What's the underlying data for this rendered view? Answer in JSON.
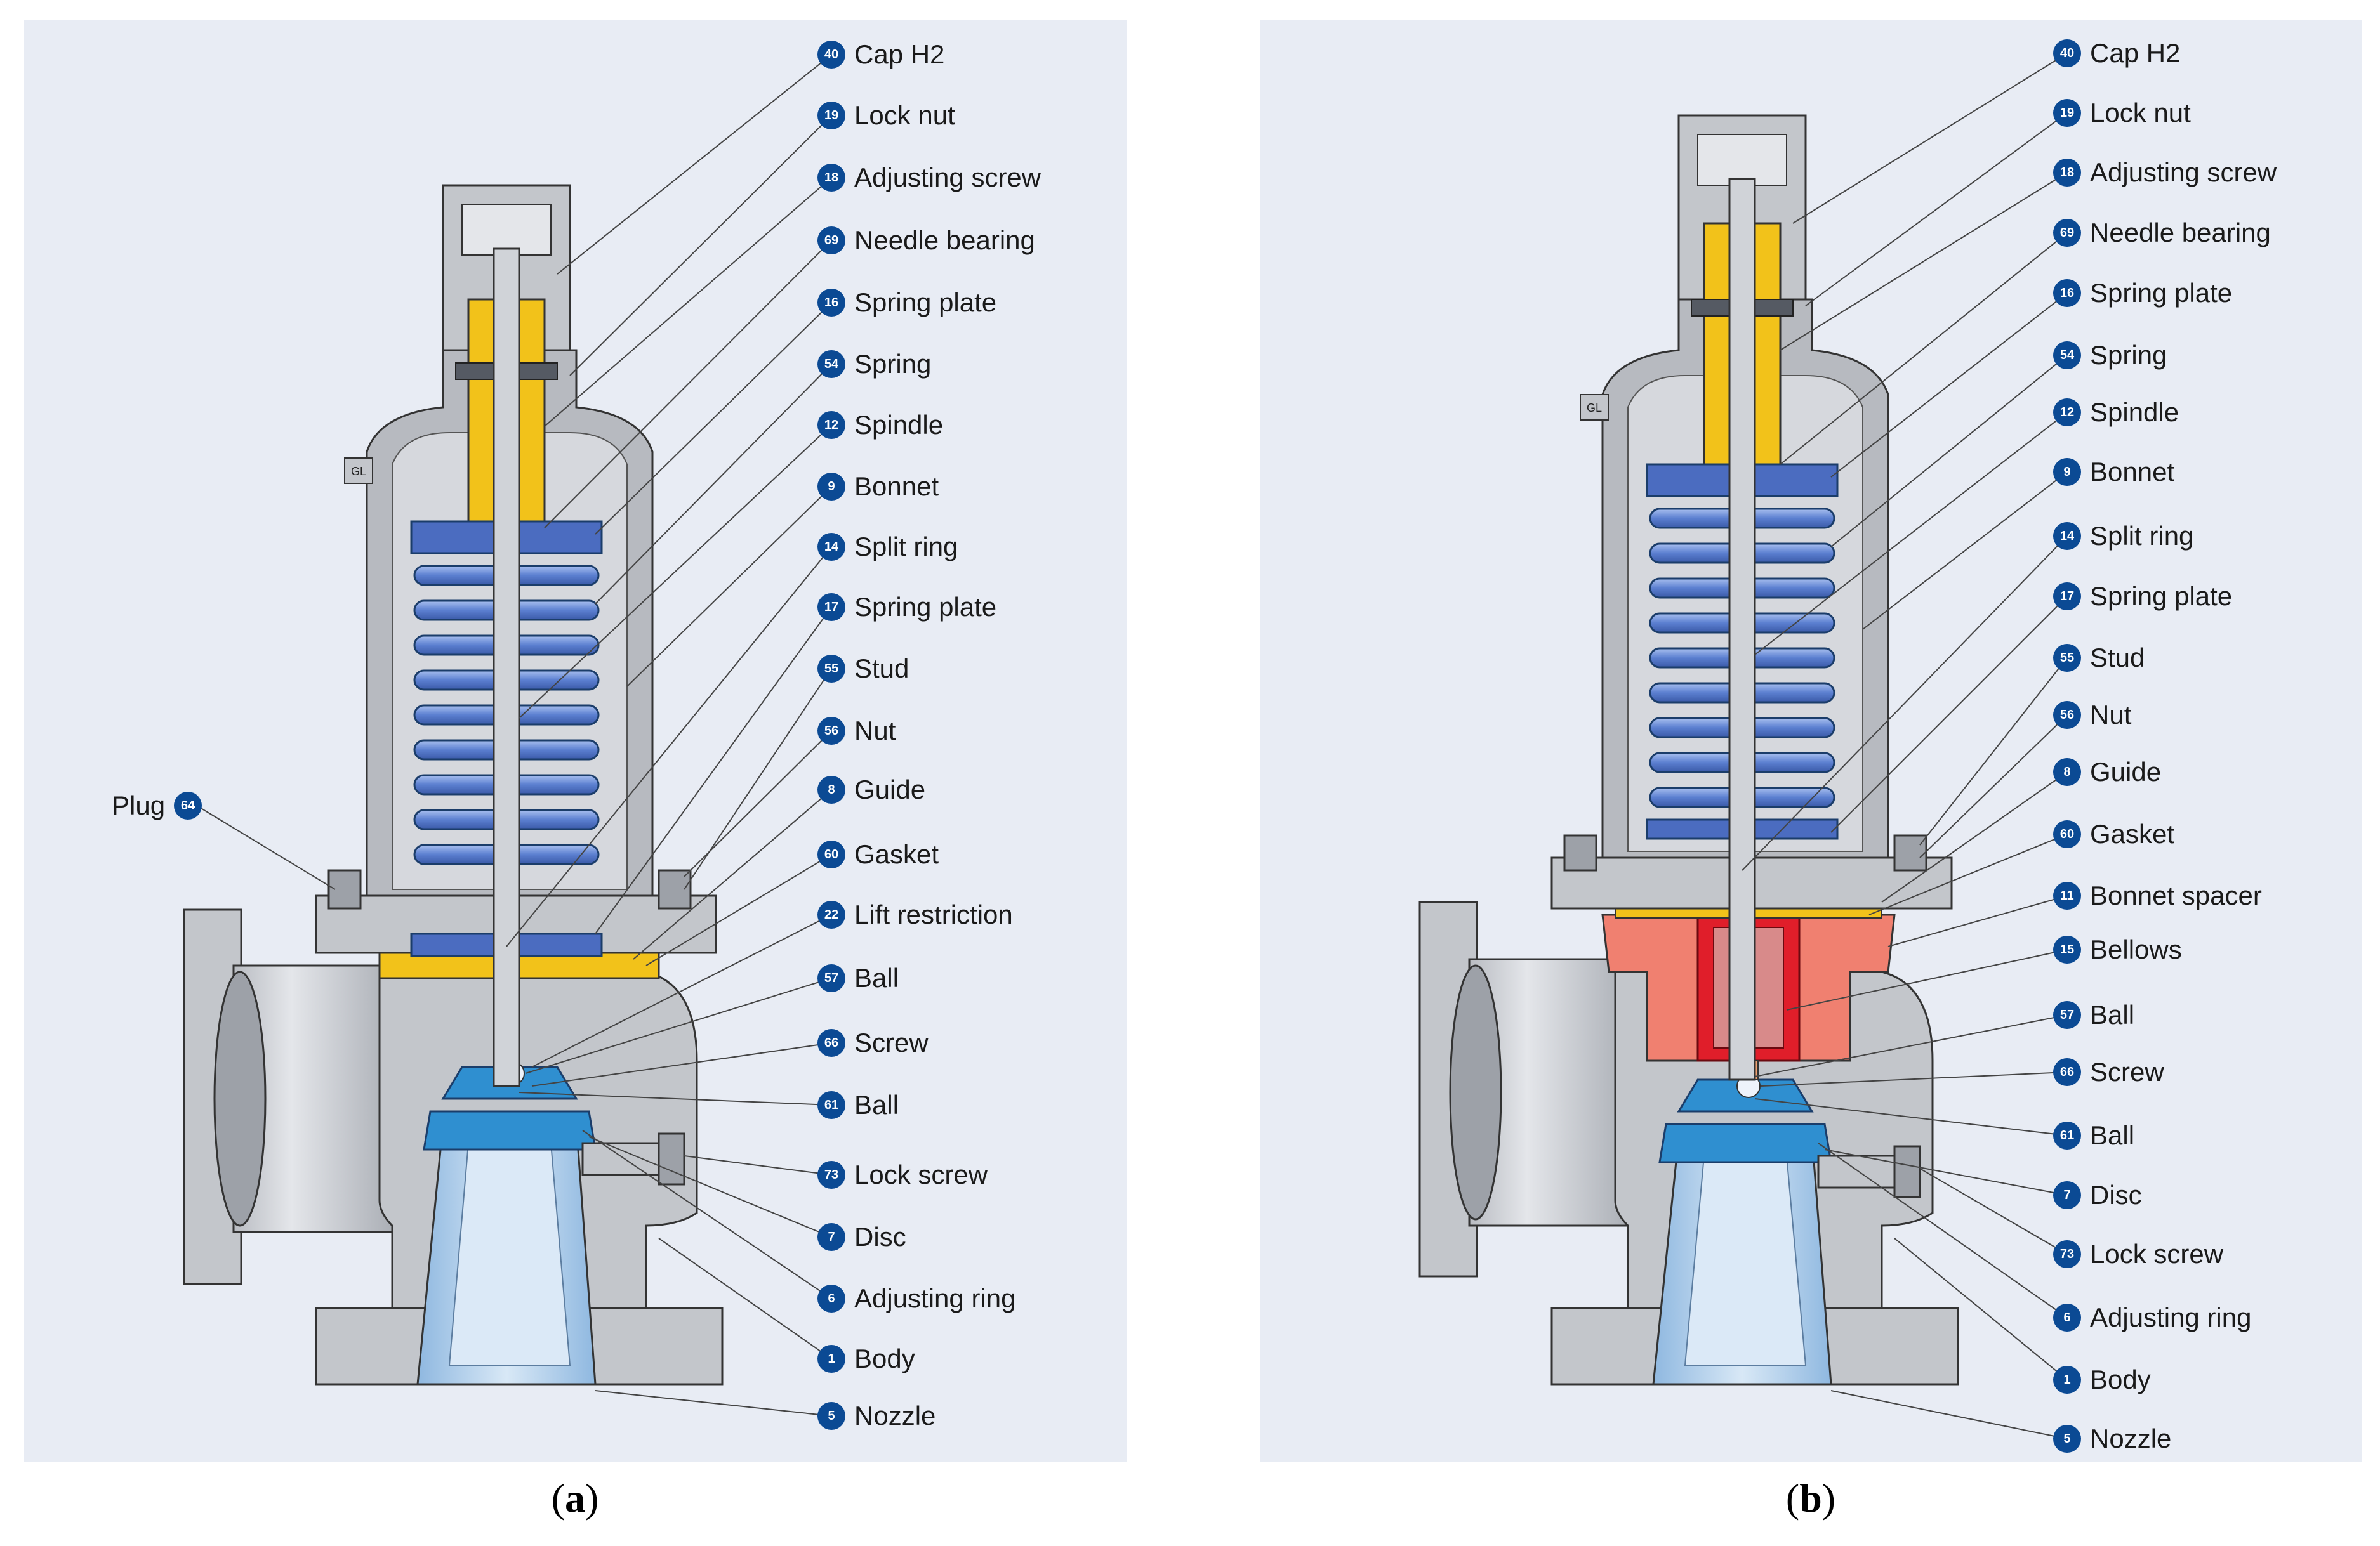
{
  "panels": [
    {
      "caption": "a",
      "plug": {
        "number": "64",
        "label": "Plug"
      },
      "callouts": [
        {
          "number": "40",
          "label": "Cap H2"
        },
        {
          "number": "19",
          "label": "Lock nut"
        },
        {
          "number": "18",
          "label": "Adjusting screw"
        },
        {
          "number": "69",
          "label": "Needle bearing"
        },
        {
          "number": "16",
          "label": "Spring plate"
        },
        {
          "number": "54",
          "label": "Spring"
        },
        {
          "number": "12",
          "label": "Spindle"
        },
        {
          "number": "9",
          "label": "Bonnet"
        },
        {
          "number": "14",
          "label": "Split ring"
        },
        {
          "number": "17",
          "label": "Spring plate"
        },
        {
          "number": "55",
          "label": "Stud"
        },
        {
          "number": "56",
          "label": "Nut"
        },
        {
          "number": "8",
          "label": "Guide"
        },
        {
          "number": "60",
          "label": "Gasket"
        },
        {
          "number": "22",
          "label": "Lift restriction"
        },
        {
          "number": "57",
          "label": "Ball"
        },
        {
          "number": "66",
          "label": "Screw"
        },
        {
          "number": "61",
          "label": "Ball"
        },
        {
          "number": "73",
          "label": "Lock screw"
        },
        {
          "number": "7",
          "label": "Disc"
        },
        {
          "number": "6",
          "label": "Adjusting ring"
        },
        {
          "number": "1",
          "label": "Body"
        },
        {
          "number": "5",
          "label": "Nozzle"
        }
      ]
    },
    {
      "caption": "b",
      "callouts": [
        {
          "number": "40",
          "label": "Cap H2"
        },
        {
          "number": "19",
          "label": "Lock nut"
        },
        {
          "number": "18",
          "label": "Adjusting screw"
        },
        {
          "number": "69",
          "label": "Needle bearing"
        },
        {
          "number": "16",
          "label": "Spring plate"
        },
        {
          "number": "54",
          "label": "Spring"
        },
        {
          "number": "12",
          "label": "Spindle"
        },
        {
          "number": "9",
          "label": "Bonnet"
        },
        {
          "number": "14",
          "label": "Split ring"
        },
        {
          "number": "17",
          "label": "Spring plate"
        },
        {
          "number": "55",
          "label": "Stud"
        },
        {
          "number": "56",
          "label": "Nut"
        },
        {
          "number": "8",
          "label": "Guide"
        },
        {
          "number": "60",
          "label": "Gasket"
        },
        {
          "number": "11",
          "label": "Bonnet spacer"
        },
        {
          "number": "15",
          "label": "Bellows"
        },
        {
          "number": "57",
          "label": "Ball"
        },
        {
          "number": "66",
          "label": "Screw"
        },
        {
          "number": "61",
          "label": "Ball"
        },
        {
          "number": "7",
          "label": "Disc"
        },
        {
          "number": "73",
          "label": "Lock screw"
        },
        {
          "number": "6",
          "label": "Adjusting ring"
        },
        {
          "number": "1",
          "label": "Body"
        },
        {
          "number": "5",
          "label": "Nozzle"
        }
      ]
    }
  ],
  "seal_tag": "GL",
  "colors": {
    "background": "#e8ecf4",
    "body_grey": "#c3c6cb",
    "spring_blue": "#6f8fd6",
    "nozzle_blue": "#a9c9e8",
    "disc_blue": "#2f8fd0",
    "brass_yellow": "#f2c21a",
    "spacer_salmon": "#f08070",
    "bellows_red": "#e01e2a",
    "badge_blue": "#0b4a94"
  }
}
